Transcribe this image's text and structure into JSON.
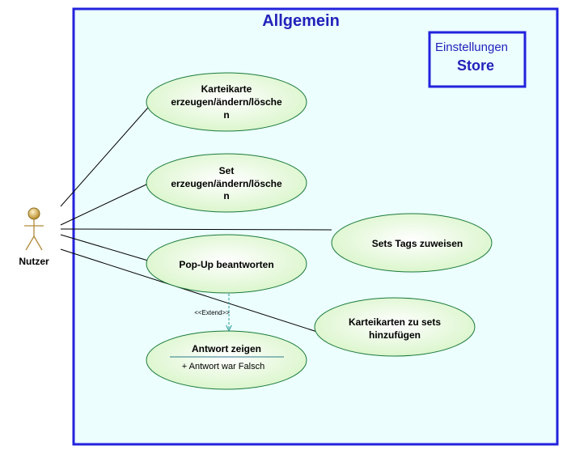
{
  "system": {
    "title": "Allgemein",
    "border_color": "#2222dd",
    "fill_color": "#ecfefe"
  },
  "store_box": {
    "line1": "Einstellungen",
    "line2": "Store"
  },
  "actor": {
    "name": "Nutzer"
  },
  "use_cases": [
    {
      "id": "uc1",
      "lines": [
        "Karteikarte",
        "erzeugen/ändern/lösche",
        "n"
      ]
    },
    {
      "id": "uc2",
      "lines": [
        "Set",
        "erzeugen/ändern/lösche",
        "n"
      ]
    },
    {
      "id": "uc3",
      "lines": [
        "Pop-Up beantworten"
      ]
    },
    {
      "id": "uc4",
      "lines": [
        "Antwort zeigen"
      ],
      "attribute": "+ Antwort war Falsch"
    },
    {
      "id": "uc5",
      "lines": [
        "Sets Tags zuweisen"
      ]
    },
    {
      "id": "uc6",
      "lines": [
        "Karteikarten zu sets",
        "hinzufügen"
      ]
    }
  ],
  "extend": {
    "label": "<<Extend>>"
  },
  "colors": {
    "ellipse_stroke": "#1a7a3a",
    "ellipse_fill_inner": "#ffffff",
    "ellipse_fill_outer": "#d8f5c8",
    "actor_fill": "#d9b35a",
    "extend_color": "#2a9a9a"
  }
}
